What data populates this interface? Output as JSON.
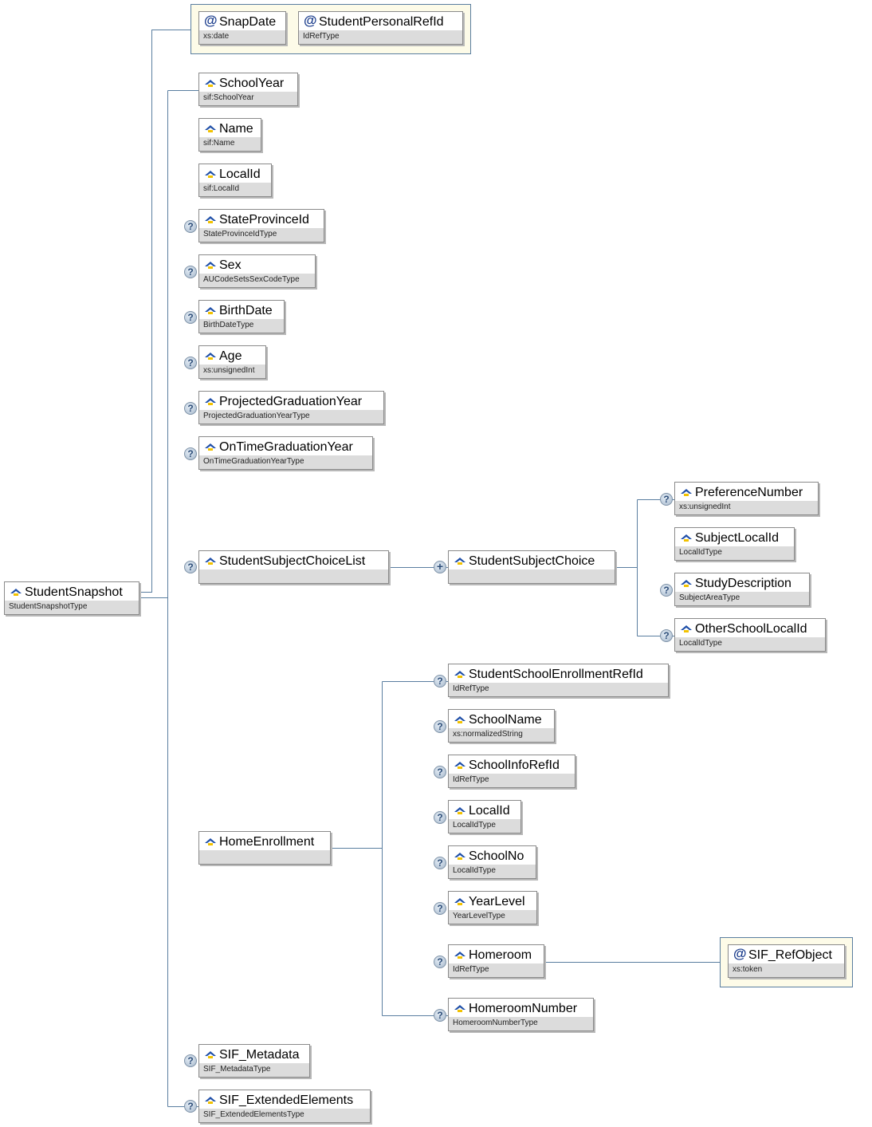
{
  "root": {
    "name": "StudentSnapshot",
    "type": "StudentSnapshotType"
  },
  "attributes": [
    {
      "name": "SnapDate",
      "type": "xs:date"
    },
    {
      "name": "StudentPersonalRefId",
      "type": "IdRefType"
    }
  ],
  "elements": [
    {
      "name": "SchoolYear",
      "type": "sif:SchoolYear",
      "optional": false
    },
    {
      "name": "Name",
      "type": "sif:Name",
      "optional": false
    },
    {
      "name": "LocalId",
      "type": "sif:LocalId",
      "optional": false
    },
    {
      "name": "StateProvinceId",
      "type": "StateProvinceIdType",
      "optional": true
    },
    {
      "name": "Sex",
      "type": "AUCodeSetsSexCodeType",
      "optional": true
    },
    {
      "name": "BirthDate",
      "type": "BirthDateType",
      "optional": true
    },
    {
      "name": "Age",
      "type": "xs:unsignedInt",
      "optional": true
    },
    {
      "name": "ProjectedGraduationYear",
      "type": "ProjectedGraduationYearType",
      "optional": true
    },
    {
      "name": "OnTimeGraduationYear",
      "type": "OnTimeGraduationYearType",
      "optional": true
    },
    {
      "name": "StudentSubjectChoiceList",
      "type": "",
      "optional": true
    },
    {
      "name": "HomeEnrollment",
      "type": "",
      "optional": false
    },
    {
      "name": "SIF_Metadata",
      "type": "SIF_MetadataType",
      "optional": true
    },
    {
      "name": "SIF_ExtendedElements",
      "type": "SIF_ExtendedElementsType",
      "optional": true
    }
  ],
  "subject_choice": {
    "name": "StudentSubjectChoice",
    "repeat_symbol": "+",
    "children": [
      {
        "name": "PreferenceNumber",
        "type": "xs:unsignedInt",
        "optional": true
      },
      {
        "name": "SubjectLocalId",
        "type": "LocalIdType",
        "optional": false
      },
      {
        "name": "StudyDescription",
        "type": "SubjectAreaType",
        "optional": true
      },
      {
        "name": "OtherSchoolLocalId",
        "type": "LocalIdType",
        "optional": true
      }
    ]
  },
  "home_enrollment": {
    "children": [
      {
        "name": "StudentSchoolEnrollmentRefId",
        "type": "IdRefType",
        "optional": true
      },
      {
        "name": "SchoolName",
        "type": "xs:normalizedString",
        "optional": true
      },
      {
        "name": "SchoolInfoRefId",
        "type": "IdRefType",
        "optional": true
      },
      {
        "name": "LocalId",
        "type": "LocalIdType",
        "optional": true
      },
      {
        "name": "SchoolNo",
        "type": "LocalIdType",
        "optional": true
      },
      {
        "name": "YearLevel",
        "type": "YearLevelType",
        "optional": true
      },
      {
        "name": "Homeroom",
        "type": "IdRefType",
        "optional": true
      },
      {
        "name": "HomeroomNumber",
        "type": "HomeroomNumberType",
        "optional": true
      }
    ]
  },
  "homeroom_attribute": {
    "name": "SIF_RefObject",
    "type": "xs:token"
  },
  "optional_symbol": "?",
  "attribute_symbol": "@",
  "colors": {
    "line": "#5a7ea0",
    "type_band": "#dcdcdc",
    "attr_group_bg": "#fdfbe8",
    "icon_blue": "#1f4fa8",
    "icon_yellow": "#f2c200"
  }
}
